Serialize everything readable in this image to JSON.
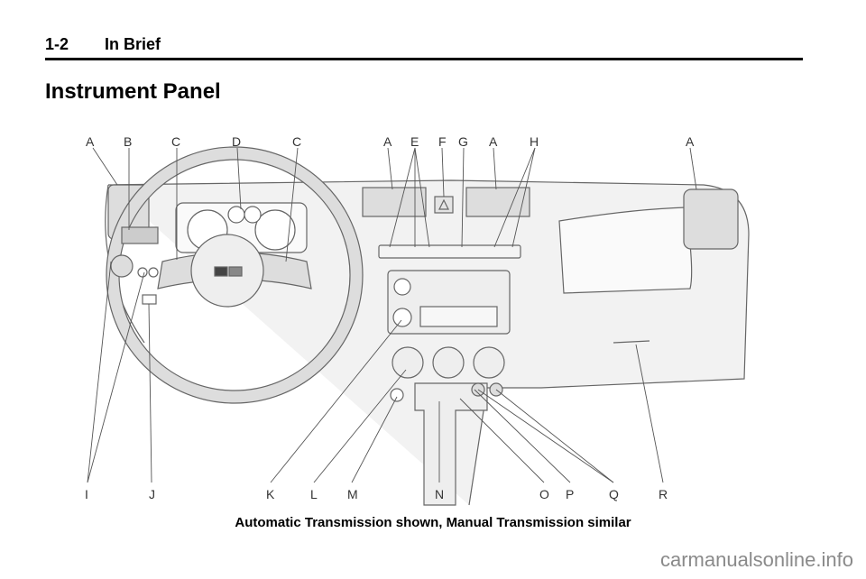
{
  "header": {
    "page_number": "1-2",
    "section": "In Brief"
  },
  "page_title": "Instrument Panel",
  "figure": {
    "top_labels": [
      "A",
      "B",
      "C",
      "D",
      "C",
      "A",
      "E",
      "F",
      "G",
      "A",
      "H",
      "A"
    ],
    "bottom_labels": [
      "I",
      "J",
      "K",
      "L",
      "M",
      "N",
      "O",
      "P",
      "Q",
      "R"
    ],
    "caption": "Automatic Transmission shown, Manual Transmission similar"
  },
  "watermark": "carmanualsonline.info",
  "colors": {
    "line": "#555555",
    "fill": "#ececec",
    "dark": "#444444"
  }
}
